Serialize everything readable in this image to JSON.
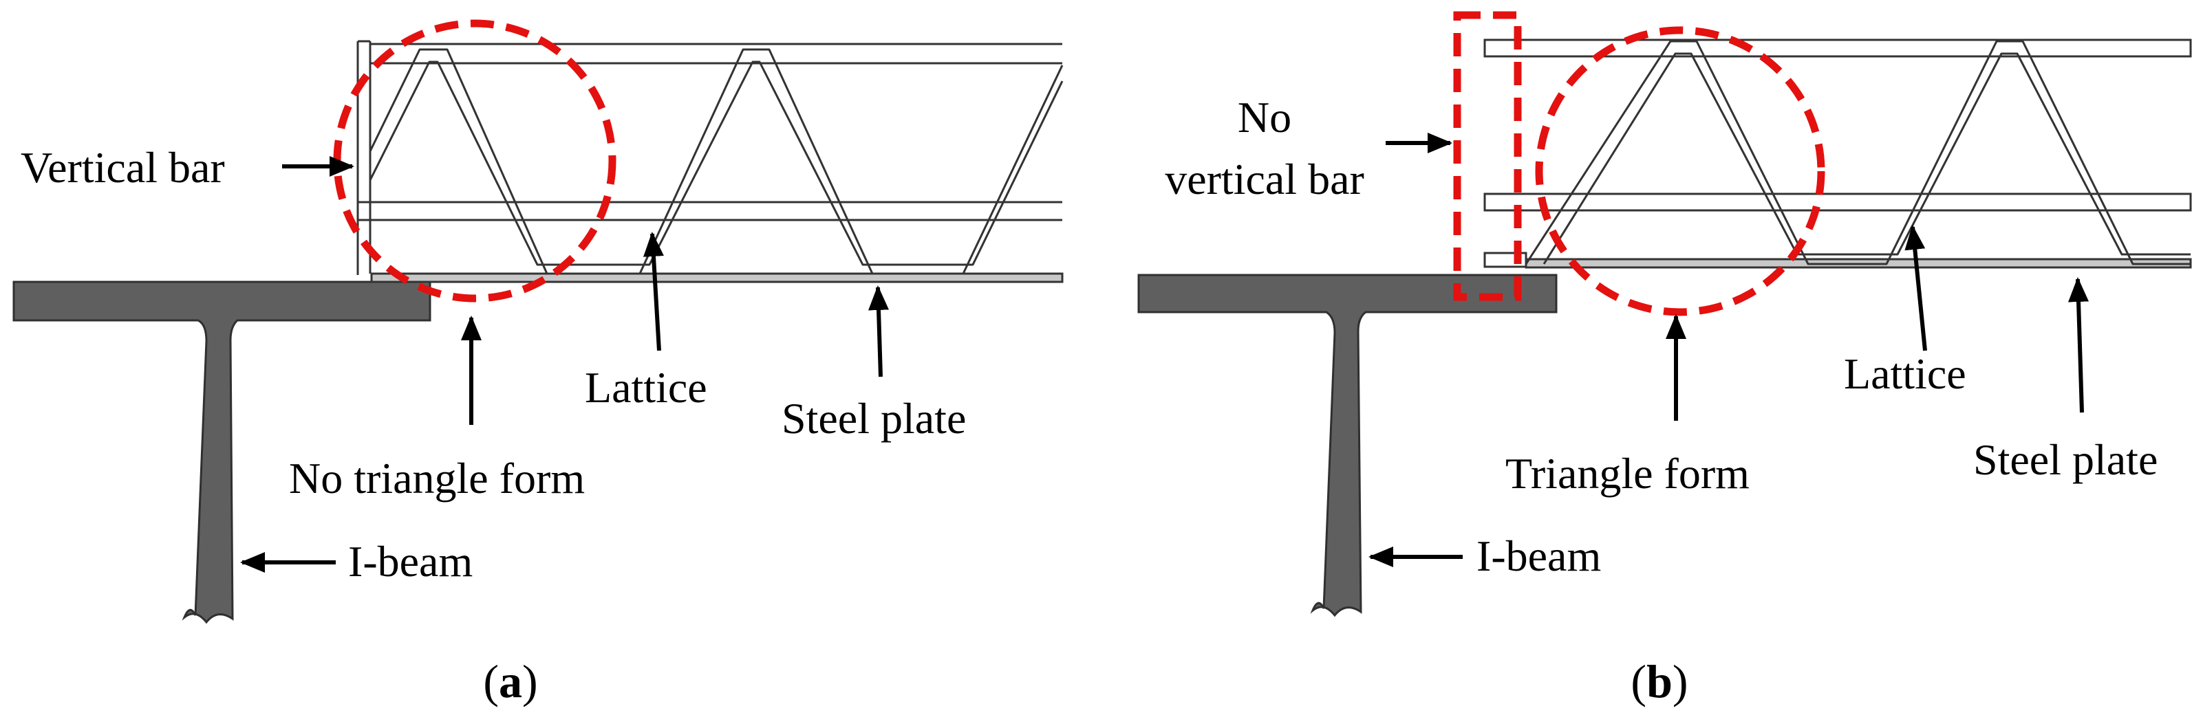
{
  "panels": [
    {
      "id": "a",
      "caption_open": "(",
      "caption_letter": "a",
      "caption_close": ")",
      "labels": {
        "vertical_bar": "Vertical bar",
        "no_triangle_form": "No triangle form",
        "lattice": "Lattice",
        "steel_plate": "Steel plate",
        "i_beam": "I-beam"
      }
    },
    {
      "id": "b",
      "caption_open": "(",
      "caption_letter": "b",
      "caption_close": ")",
      "labels": {
        "no_line1": "No",
        "no_line2": "vertical bar",
        "triangle_form": "Triangle form",
        "lattice": "Lattice",
        "steel_plate": "Steel plate",
        "i_beam": "I-beam"
      }
    }
  ],
  "colors": {
    "beam_fill": "#5f5f5f",
    "beam_stroke": "#303030",
    "plate_fill": "#c8c8c8",
    "highlight": "#e3110f",
    "line": "#000000"
  }
}
